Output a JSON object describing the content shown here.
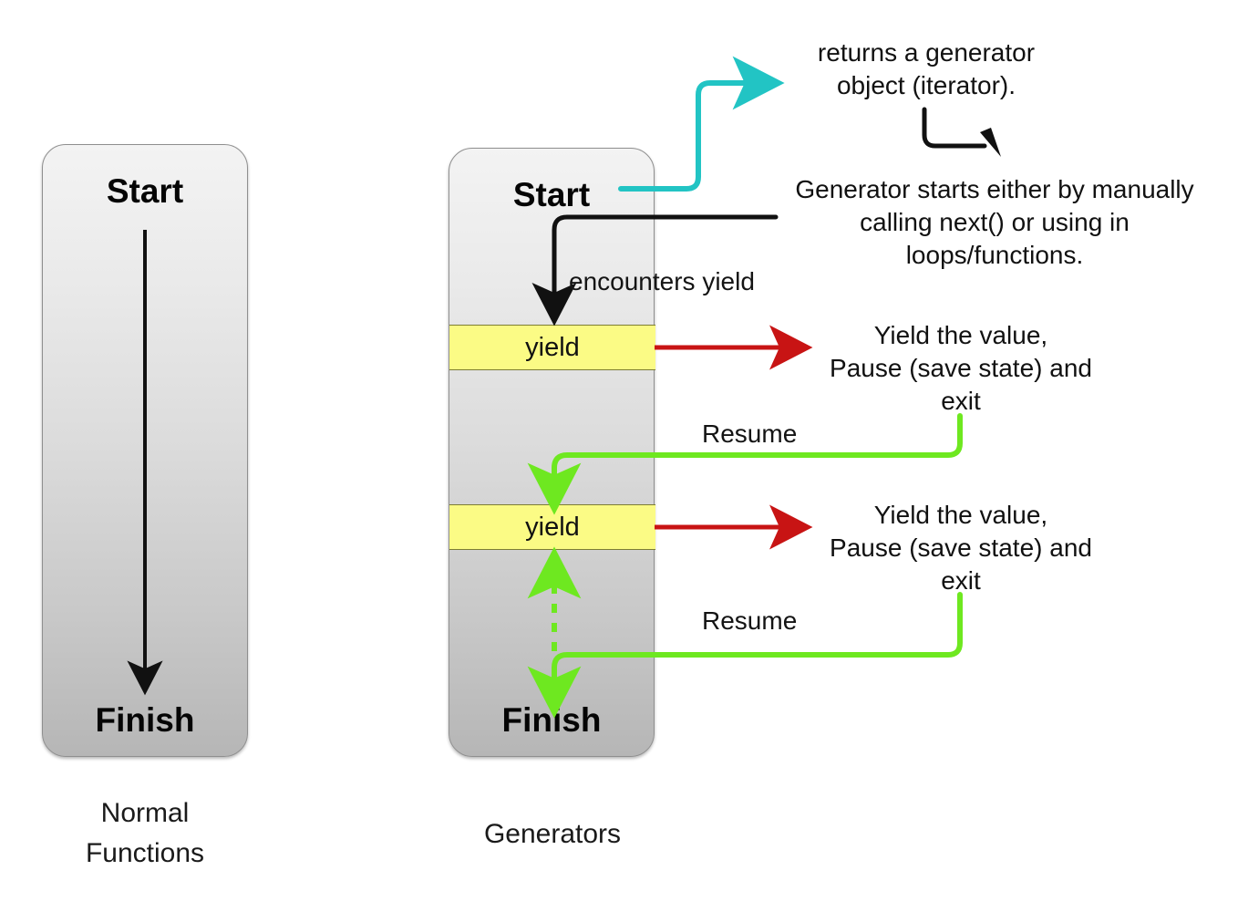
{
  "diagram": {
    "title_hidden": "Normal Functions vs Generators execution flow",
    "background": "#ffffff",
    "colors": {
      "box_fill_top": "#f3f3f3",
      "box_fill_bottom": "#b6b6b6",
      "box_border": "#8f8f8f",
      "yield_fill": "#fbfb85",
      "yield_border": "#7d7d33",
      "arrow_black": "#111111",
      "arrow_cyan": "#22c4c4",
      "arrow_red": "#c81414",
      "arrow_green": "#6ee820",
      "text": "#111111"
    }
  },
  "normal_column": {
    "start_label": "Start",
    "finish_label": "Finish",
    "caption": "Normal\nFunctions"
  },
  "generator_column": {
    "start_label": "Start",
    "finish_label": "Finish",
    "caption": "Generators",
    "yield_blocks": [
      {
        "label": "yield"
      },
      {
        "label": "yield"
      }
    ]
  },
  "annotations": {
    "returns_generator": "returns a generator\nobject (iterator).",
    "generator_starts": "Generator starts either by manually\ncalling next() or using in\nloops/functions.",
    "yield_pause_1": "Yield  the value,\nPause (save state) and\nexit",
    "yield_pause_2": "Yield  the value,\nPause (save state) and\nexit"
  },
  "edge_labels": {
    "encounters_yield": "encounters yield",
    "resume_1": "Resume",
    "resume_2": "Resume"
  }
}
